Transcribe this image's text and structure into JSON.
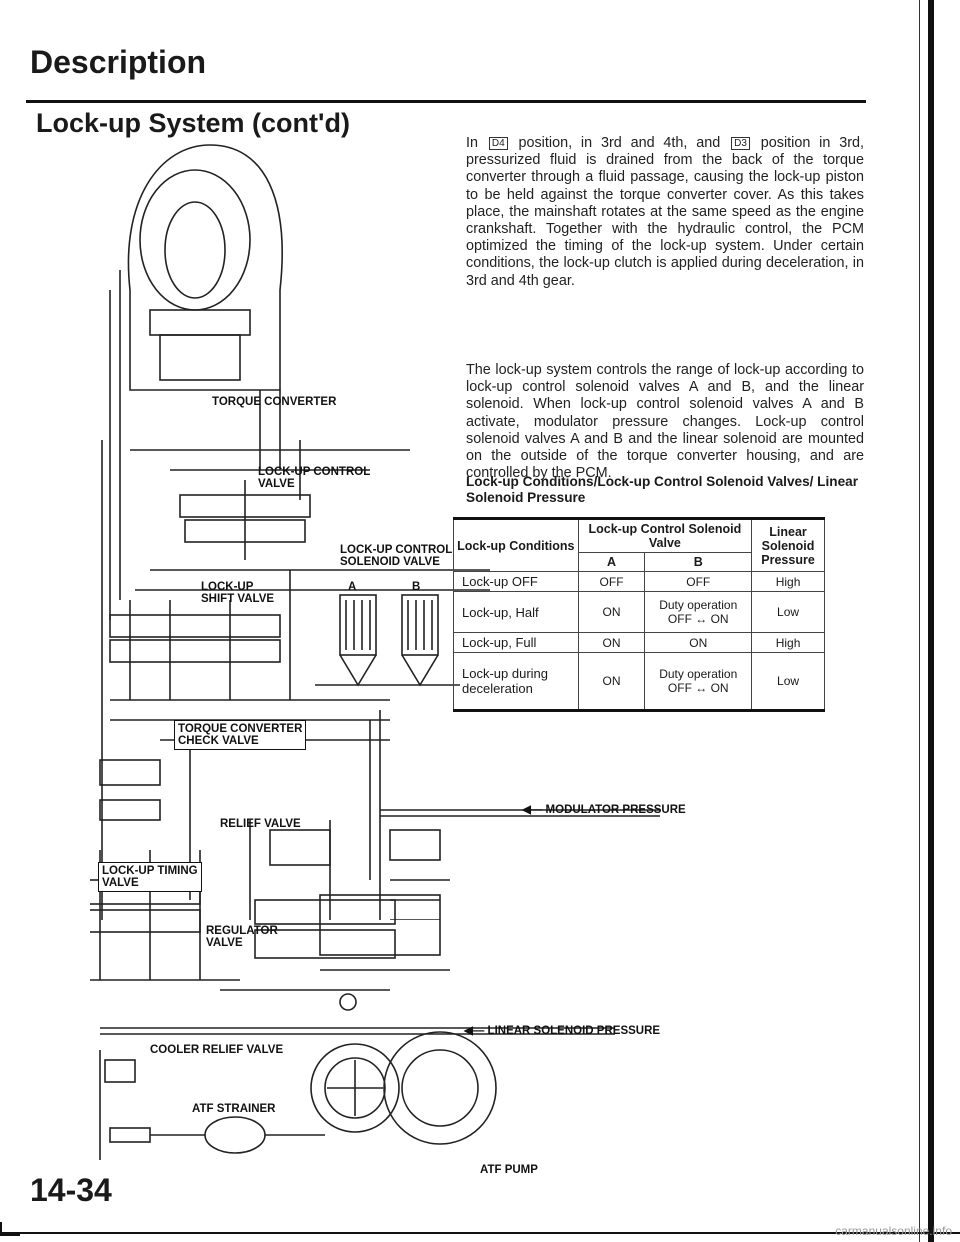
{
  "header": {
    "title": "Description",
    "section": "Lock-up System (cont'd)"
  },
  "body": {
    "para1_parts": [
      "In ",
      "D4",
      " position, in 3rd and 4th, and ",
      "D3",
      " position in 3rd, pressurized fluid is drained from the back of the torque converter through a fluid passage, causing the lock-up piston to be held against the torque converter cover. As this takes place, the mainshaft rotates at the same speed as the engine crankshaft. Together with the hydraulic control, the PCM optimized the timing of the lock-up system. Under certain conditions, the lock-up clutch is applied during deceleration, in 3rd and 4th gear."
    ],
    "para2": "The lock-up system controls the range of lock-up according to lock-up control solenoid valves A and B, and the linear solenoid. When lock-up control solenoid valves A and B activate, modulator pressure changes. Lock-up control solenoid valves A and B and the linear solenoid are mounted on the outside of the torque converter housing, and are controlled by the PCM."
  },
  "table": {
    "caption": "Lock-up Conditions/Lock-up Control Solenoid Valves/ Linear Solenoid Pressure",
    "headers": {
      "conditions": "Lock-up Conditions",
      "solenoid": "Lock-up Control Solenoid Valve",
      "a": "A",
      "b": "B",
      "linear": "Linear Solenoid Pressure"
    },
    "rows": [
      {
        "cond": "Lock-up OFF",
        "a": "OFF",
        "b": "OFF",
        "p": "High"
      },
      {
        "cond": "Lock-up, Half",
        "a": "ON",
        "b": "Duty operation OFF ↔ ON",
        "p": "Low"
      },
      {
        "cond": "Lock-up, Full",
        "a": "ON",
        "b": "ON",
        "p": "High"
      },
      {
        "cond": "Lock-up during deceleration",
        "a": "ON",
        "b": "Duty operation OFF ↔ ON",
        "p": "Low"
      }
    ]
  },
  "diagram": {
    "torque_converter": "TORQUE CONVERTER",
    "lockup_control_valve_1": "LOCK-UP CONTROL",
    "lockup_control_valve_2": "VALVE",
    "solenoid_valve_1": "LOCK-UP CONTROL",
    "solenoid_valve_2": "SOLENOID VALVE",
    "sol_a": "A",
    "sol_b": "B",
    "shift_valve_1": "LOCK-UP",
    "shift_valve_2": "SHIFT VALVE",
    "check_valve_1": "TORQUE CONVERTER",
    "check_valve_2": "CHECK VALVE",
    "modulator": "MODULATOR PRESSURE",
    "relief_valve": "RELIEF VALVE",
    "timing_valve_1": "LOCK-UP TIMING",
    "timing_valve_2": "VALVE",
    "regulator_1": "REGULATOR",
    "regulator_2": "VALVE",
    "linear_solenoid": "LINEAR SOLENOID PRESSURE",
    "cooler_relief": "COOLER RELIEF VALVE",
    "atf_strainer": "ATF STRAINER",
    "atf_pump": "ATF PUMP"
  },
  "footer": {
    "page_number": "14-34",
    "watermark": "carmanualsonline.info"
  }
}
